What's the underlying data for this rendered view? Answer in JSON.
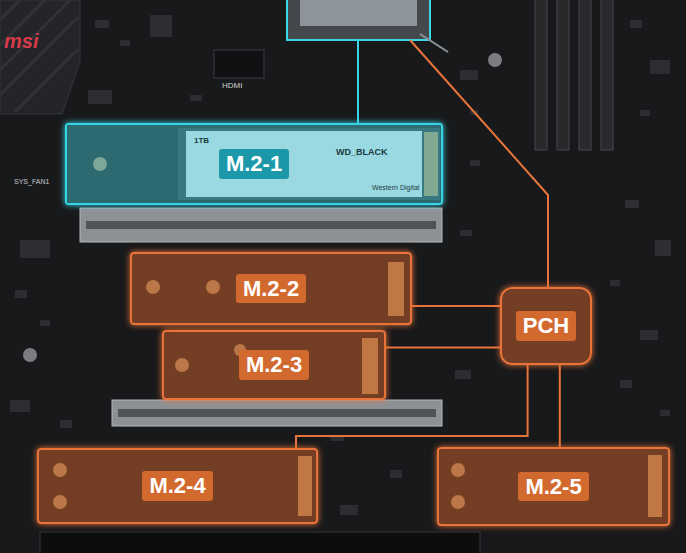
{
  "diagram": {
    "nodes": [
      {
        "text": [
          "M.2-1"
        ]
      },
      {
        "text": [
          "M.2-2"
        ]
      },
      {
        "text": [
          "M.2-3"
        ]
      },
      {
        "text": [
          "PCH"
        ]
      },
      {
        "text": [
          "M.2-4"
        ]
      },
      {
        "text": [
          "M.2-5"
        ]
      }
    ],
    "edges": [
      {
        "from": 3,
        "to": 1,
        "arrow": "none"
      },
      {
        "from": 3,
        "to": 2,
        "arrow": "none"
      },
      {
        "from": 3,
        "to": 4,
        "arrow": "none"
      },
      {
        "from": 3,
        "to": 5,
        "arrow": "none"
      }
    ],
    "labels": [
      "msi",
      "HDMI",
      "SYS_FAN1",
      "1TB",
      "WD_BLACK",
      "Western Digital"
    ]
  }
}
